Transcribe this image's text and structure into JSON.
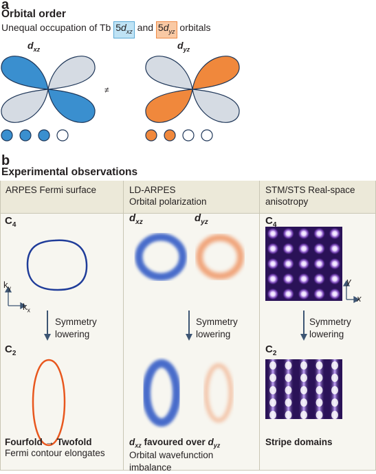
{
  "panel_a": {
    "letter": "a",
    "title": "Orbital order",
    "subtitle_pre": "Unequal occupation of Tb ",
    "orb1": {
      "prefix": "5",
      "d": "d",
      "sub": "xz"
    },
    "mid": " and ",
    "orb2": {
      "prefix": "5",
      "d": "d",
      "sub": "yz"
    },
    "subtitle_post": " orbitals",
    "left": {
      "d": "d",
      "sub": "xz"
    },
    "right": {
      "d": "d",
      "sub": "yz"
    },
    "neq": "≠",
    "left_occupation": [
      true,
      true,
      true,
      false
    ],
    "right_occupation": [
      true,
      true,
      false,
      false
    ],
    "colors": {
      "blue": "#3a8fcf",
      "orange": "#f0883c",
      "grey": "#d5dbe3",
      "outline": "#1d3557"
    }
  },
  "panel_b": {
    "letter": "b",
    "title": "Experimental observations",
    "columns": [
      {
        "title_line1": "ARPES Fermi surface",
        "title_line2": ""
      },
      {
        "title_line1": "LD-ARPES",
        "title_line2": "Orbital polarization"
      },
      {
        "title_line1": "STM/STS Real-space",
        "title_line2": "anisotropy"
      }
    ],
    "c4": {
      "c": "C",
      "sub": "4"
    },
    "c2": {
      "c": "C",
      "sub": "2"
    },
    "axes_arpes": {
      "ky": "k",
      "ky_sub": "y",
      "kx": "k",
      "kx_sub": "x"
    },
    "axes_stm": {
      "y": "y",
      "x": "x"
    },
    "ld_orbitals": {
      "dxz": {
        "d": "d",
        "sub": "xz"
      },
      "dyz": {
        "d": "d",
        "sub": "yz"
      }
    },
    "arrow_line1": "Symmetry",
    "arrow_line2": "lowering",
    "bottom": {
      "col1_bold": "Fourfold → Twofold",
      "col1_text": "Fermi contour elongates",
      "col2_bold_d1": "d",
      "col2_bold_sub1": "xz",
      "col2_bold_mid": " favoured over ",
      "col2_bold_d2": "d",
      "col2_bold_sub2": "yz",
      "col2_text1": "Orbital wavefunction",
      "col2_text2": "imbalance",
      "col3_bold": "Stripe domains"
    },
    "colors": {
      "contour_c4": "#1f3c99",
      "contour_c2": "#e8571e",
      "ld_blue": "#2a55c4",
      "ld_orange": "#ee8a55",
      "stm_bg": "#2a1257",
      "arrow": "#3d5573"
    }
  }
}
